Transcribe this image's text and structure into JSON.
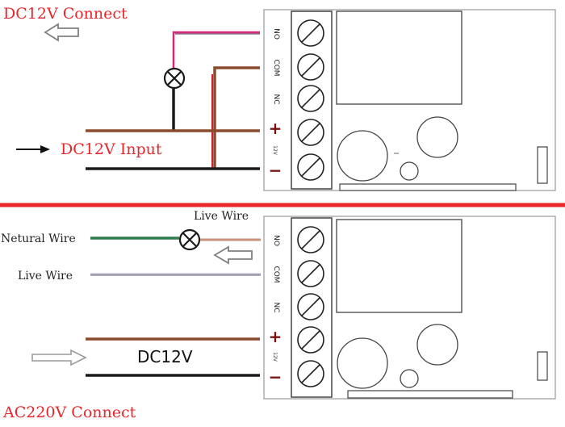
{
  "top_panel": {
    "title": "DC12V Connect",
    "input_label": "DC12V Input",
    "terminals": [
      "NO",
      "COM",
      "NC",
      "+",
      "12V",
      "−"
    ]
  },
  "bottom_panel": {
    "title": "AC220V Connect",
    "live_wire_top": "Live Wire",
    "neutral_wire": "Netural Wire",
    "live_wire_left": "Live Wire",
    "dc_label": "DC12V",
    "terminals": [
      "NO",
      "COM",
      "NC",
      "+",
      "12V",
      "−"
    ]
  },
  "colors": {
    "title_red": "#e8262b",
    "divider_red": "#e8262b",
    "wire_brown": "#8b4a2b",
    "wire_black": "#1a1a1a",
    "wire_pink": "#d4287a",
    "wire_green": "#2e7d4f",
    "wire_red": "#d21e2e"
  }
}
